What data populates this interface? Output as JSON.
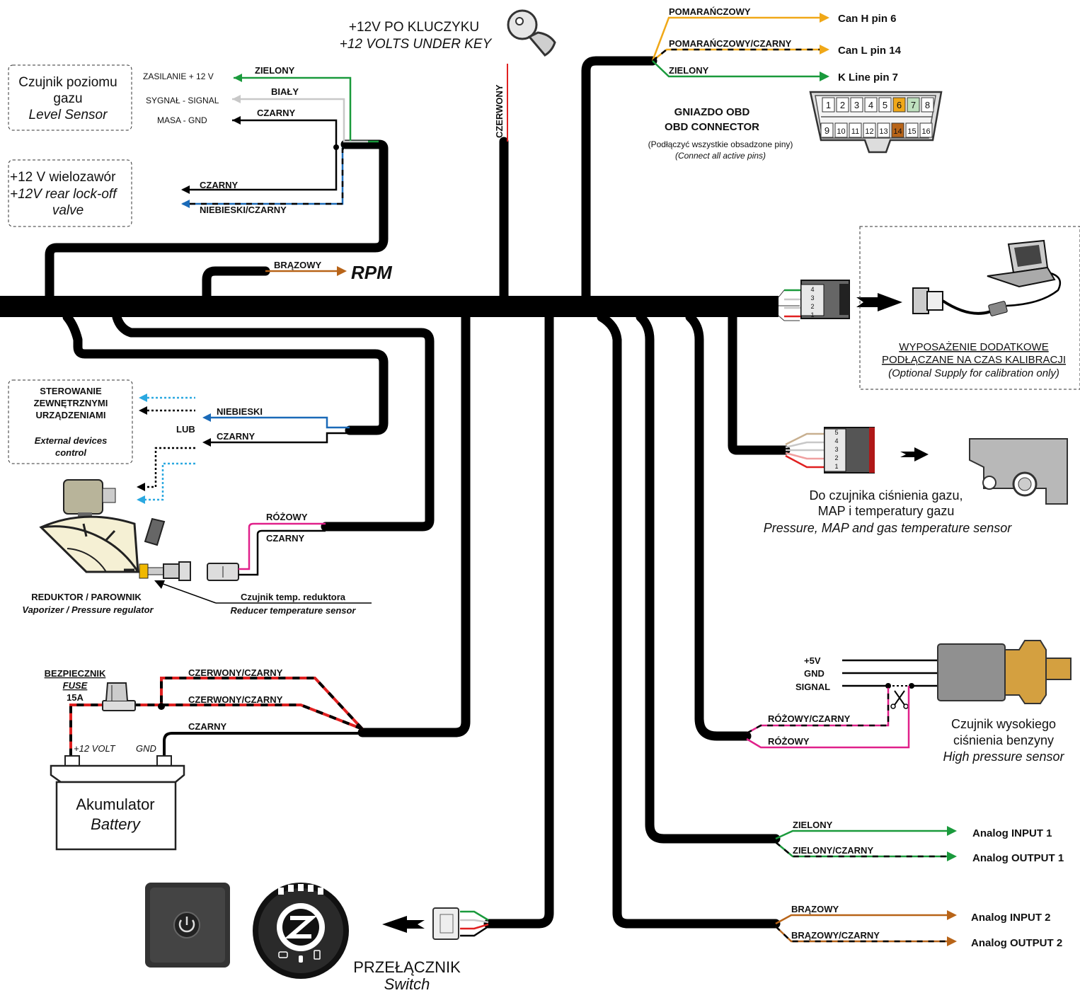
{
  "ignition": {
    "line1": "+12V PO KLUCZYKU",
    "line2": "+12 VOLTS UNDER KEY",
    "wire": "CZERWONY"
  },
  "level_sensor": {
    "box": [
      "Czujnik poziomu",
      "gazu",
      "Level Sensor"
    ],
    "pins": [
      "ZASILANIE + 12 V",
      "SYGNAŁ - SIGNAL",
      "MASA - GND"
    ],
    "wires": [
      "ZIELONY",
      "BIAŁY",
      "CZARNY"
    ]
  },
  "lockoff": {
    "box": [
      "+12 V wielozawór",
      "+12V rear lock-off",
      "valve"
    ],
    "wires": [
      "CZARNY",
      "NIEBIESKI/CZARNY"
    ]
  },
  "rpm": {
    "wire": "BRĄZOWY",
    "label": "RPM"
  },
  "obd": {
    "wires": [
      "POMARAŃCZOWY",
      "POMARAŃCZOWY/CZARNY",
      "ZIELONY"
    ],
    "pins": [
      "Can H  pin 6",
      "Can L  pin 14",
      "K Line  pin 7"
    ],
    "title1": "GNIAZDO OBD",
    "title2": "OBD CONNECTOR",
    "note1": "(Podłączyć wszystkie obsadzone piny)",
    "note2": "(Connect all active pins)",
    "top_pins": [
      "1",
      "2",
      "3",
      "4",
      "5",
      "6",
      "7",
      "8"
    ],
    "bottom_pins": [
      "9",
      "10",
      "11",
      "12",
      "13",
      "14",
      "15",
      "16"
    ]
  },
  "calibration": {
    "line1": "WYPOSAŻENIE DODATKOWE",
    "line2": "PODŁĄCZANE NA CZAS KALIBRACJI",
    "line3": "(Optional Supply for calibration only)",
    "pins": [
      "4",
      "3",
      "2",
      "1"
    ]
  },
  "external": {
    "box": [
      "STEROWANIE",
      "ZEWNĘTRZNYMI",
      "URZĄDZENIAMI",
      "External devices",
      "control"
    ],
    "wires": [
      "NIEBIESKI",
      "CZARNY"
    ],
    "or": "LUB"
  },
  "reducer": {
    "wires": [
      "RÓŻOWY",
      "CZARNY"
    ],
    "label1": "REDUKTOR / PAROWNIK",
    "label2": "Vaporizer / Pressure regulator",
    "sensor1": "Czujnik temp. reduktora",
    "sensor2": "Reducer temperature sensor"
  },
  "map_sensor": {
    "line1": "Do czujnika ciśnienia gazu,",
    "line2": "MAP i temperatury gazu",
    "line3": "Pressure, MAP and gas temperature sensor",
    "pins": [
      "5",
      "4",
      "3",
      "2",
      "1"
    ]
  },
  "battery": {
    "fuse1": "BEZPIECZNIK",
    "fuse2": "FUSE",
    "fuse3": "15A",
    "wires": [
      "CZERWONY/CZARNY",
      "CZERWONY/CZARNY",
      "CZARNY"
    ],
    "plus": "+12 VOLT",
    "gnd": "GND",
    "name1": "Akumulator",
    "name2": "Battery"
  },
  "hp_sensor": {
    "pins": [
      "+5V",
      "GND",
      "SIGNAL"
    ],
    "wires": [
      "RÓŻOWY/CZARNY",
      "RÓŻOWY"
    ],
    "line1": "Czujnik wysokiego",
    "line2": "ciśnienia benzyny",
    "line3": "High pressure sensor"
  },
  "analog1": {
    "wires": [
      "ZIELONY",
      "ZIELONY/CZARNY"
    ],
    "labels": [
      "Analog INPUT 1",
      "Analog OUTPUT 1"
    ]
  },
  "analog2": {
    "wires": [
      "BRĄZOWY",
      "BRĄZOWY/CZARNY"
    ],
    "labels": [
      "Analog INPUT 2",
      "Analog OUTPUT 2"
    ]
  },
  "switch": {
    "label1": "PRZEŁĄCZNIK",
    "label2": "Switch"
  },
  "colors": {
    "green": "#1a9a3c",
    "orange": "#f0a818",
    "blue": "#1a6ab8",
    "brown": "#b86418",
    "pink": "#e0208a",
    "red": "#e02020",
    "grey": "#c8c8c8",
    "cyan": "#2aa8e0"
  }
}
